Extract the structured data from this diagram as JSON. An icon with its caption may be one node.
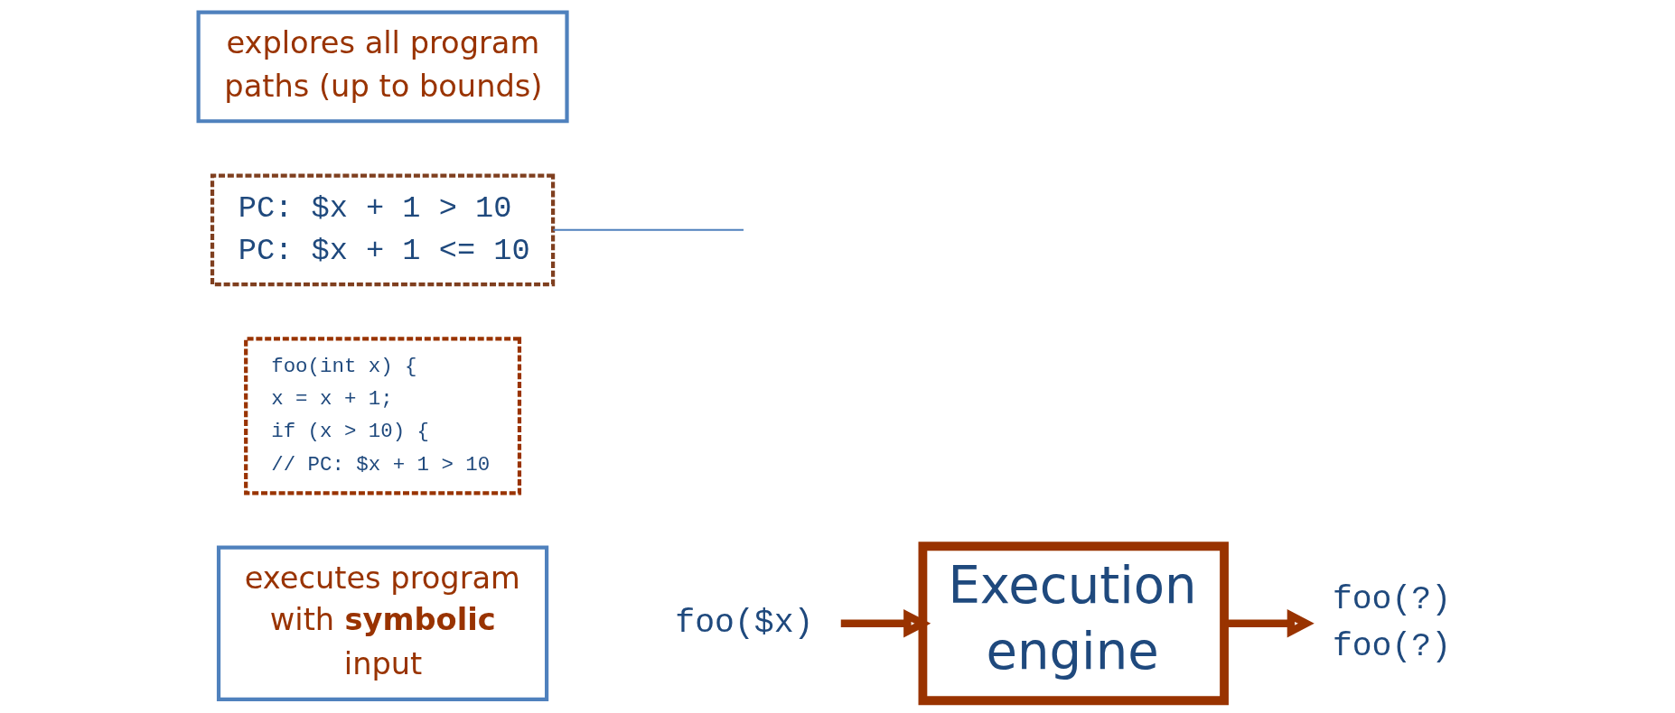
{
  "diagram": {
    "nodes": [
      {
        "text": [
          "foo(int x) {",
          "x = x + 1;",
          "if (x > 10) {",
          "// PC: $x + 1 > 10"
        ]
      },
      {
        "text": [
          "executes program with **symbolic** input"
        ]
      },
      {
        "text": [
          "explores all program paths (up to bounds)"
        ]
      },
      {
        "text": [
          "PC: $x + 1 > 10",
          "PC: $x + 1 <= 10"
        ]
      },
      {
        "text": [
          "foo($x)"
        ]
      },
      {
        "text": [
          "Execution engine"
        ]
      },
      {
        "text": [
          "foo(?)",
          "foo(?)"
        ]
      }
    ],
    "edges": [
      {
        "from": 4,
        "to": 5,
        "arrow": "to"
      },
      {
        "from": 5,
        "to": 6,
        "arrow": "to"
      },
      {
        "from": 3,
        "to": null,
        "arrow": "none",
        "color": "#4f81bd"
      }
    ]
  }
}
